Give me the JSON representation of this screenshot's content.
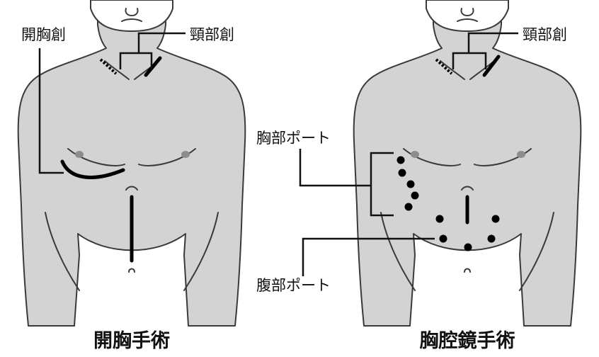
{
  "open_surgery": {
    "title": "開胸手術",
    "label_chest_incision": "開胸創",
    "label_neck_incision": "頸部創"
  },
  "thoracoscopic_surgery": {
    "title": "胸腔鏡手術",
    "label_neck_incision": "頸部創",
    "label_chest_ports": "胸部ポート",
    "label_abdominal_ports": "腹部ポート"
  },
  "colors": {
    "skin": "#d3d3d3",
    "outline": "#3a3a3a",
    "incision": "#000000",
    "nipple": "#8c8c8c"
  }
}
